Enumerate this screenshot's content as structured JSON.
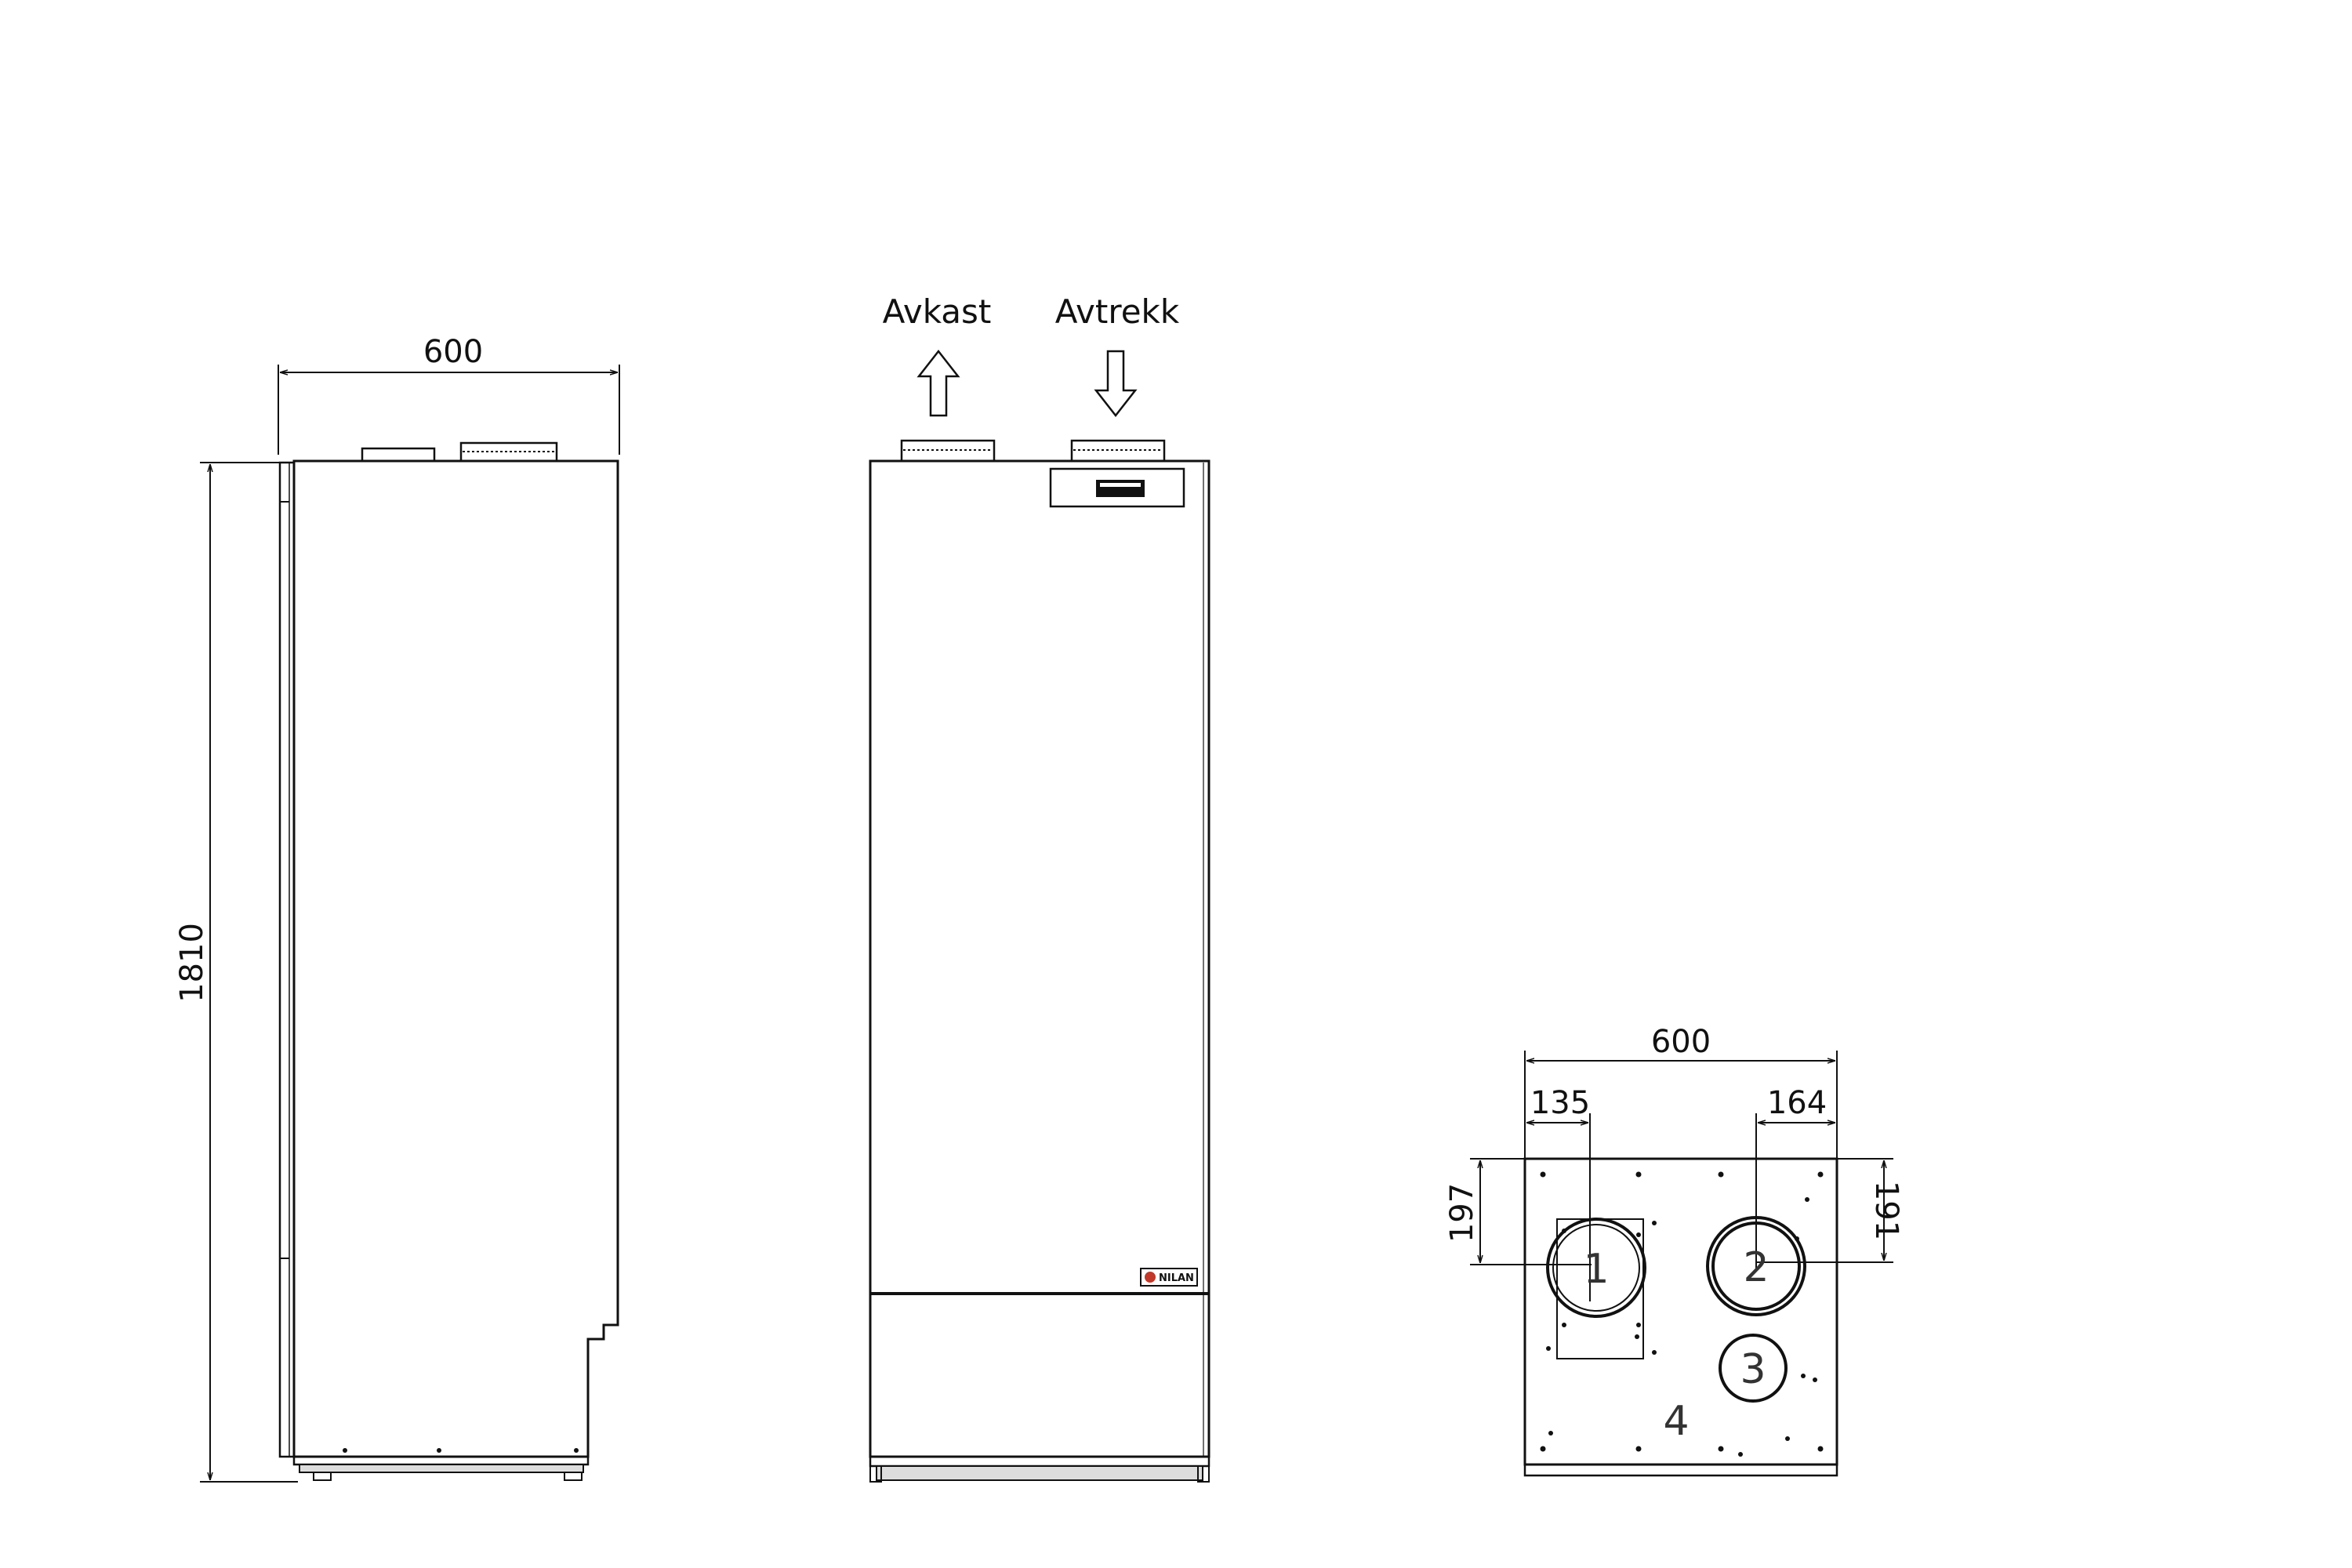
{
  "side_view": {
    "width_dim": "600",
    "height_dim": "1810"
  },
  "front_view": {
    "arrow_left_label": "Avkast",
    "arrow_right_label": "Avtrekk",
    "logo_text": "NILAN"
  },
  "top_view": {
    "width_dim": "600",
    "left_offset_dim": "135",
    "right_offset_dim": "164",
    "left_depth_dim": "197",
    "right_depth_dim": "191",
    "port_1": "1",
    "port_2": "2",
    "port_3": "3",
    "port_4": "4"
  }
}
